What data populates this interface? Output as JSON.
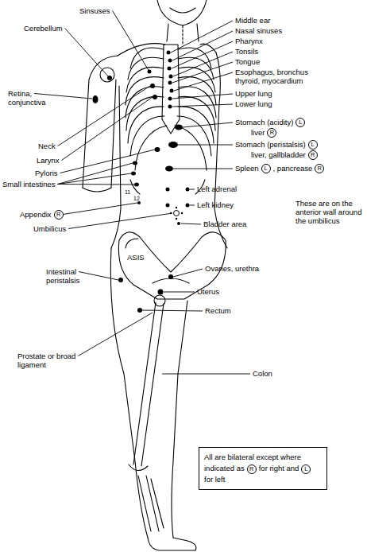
{
  "diagram": {
    "nodes": [
      {
        "text": [
          "All are bilateral except where indicated as",
          "R",
          "for right and",
          "L",
          "for left"
        ]
      }
    ],
    "labels": [
      "Sinsuses",
      "Cerebellum",
      "Retina, conjunctiva",
      "Neck",
      "Larynx",
      "Pyloris",
      "Small intestines",
      "Appendix",
      "R",
      "Umbilicus",
      "ASIS",
      "Intestinal peristalsis",
      "Prostate or broad ligament",
      "Middle ear",
      "Nasal sinuses",
      "Pharynx",
      "Tonsils",
      "Tongue",
      "Esophagus, bronchus thyroid, myocardium",
      "Upper lung",
      "Lower lung",
      "Stomach (acidity)",
      "L",
      "liver",
      "R",
      "Stomach (peristalsis)",
      "L",
      "liver, gallbladder",
      "R",
      "Spleen",
      "L",
      ", pancrease",
      "R",
      "Left adrenal",
      "Left kidney",
      "Bladder area",
      "These are on the anterior wall around the umbilicus",
      "Ovaries, urethra",
      "Uterus",
      "Rectum",
      "Colon",
      "11",
      "12"
    ]
  }
}
